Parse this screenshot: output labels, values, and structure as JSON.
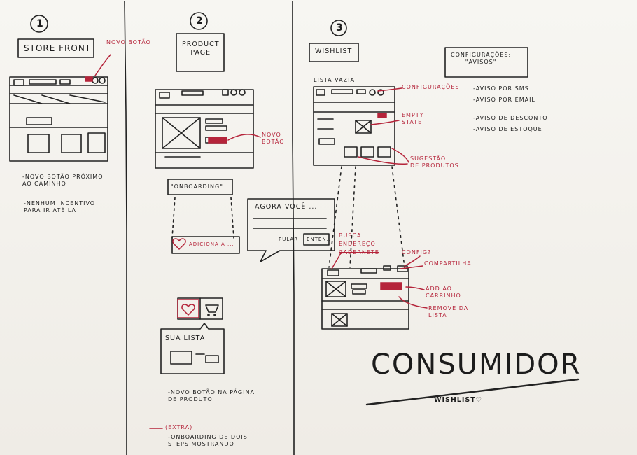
{
  "sections": [
    {
      "number": "1",
      "title": "STORE FRONT"
    },
    {
      "number": "2",
      "title": "PRODUCT\nPAGE"
    },
    {
      "number": "3",
      "title": "WISHLIST"
    }
  ],
  "store_front": {
    "annotation": "NOVO BOTÃO",
    "notes": [
      "-NOVO BOTÃO PRÓXIMO\nAO CAMINHO",
      "-NENHUM INCENTIVO\nPARA IR ATÉ LA"
    ]
  },
  "product_page": {
    "annotation": "NOVO\nBOTÃO",
    "onboarding_label": "\"ONBOARDING\"",
    "popup_title": "AGORA VOCÊ ...",
    "popup_skip": "PULAR",
    "popup_enter": "ENTEN..",
    "toast_label": "ADICIONA À ...",
    "list_card_title": "SUA LISTA..",
    "notes": [
      "-NOVO BOTÃO NA PÁGINA\nDE PRODUTO",
      "(EXTRA)",
      "-ONBOARDING DE DOIS\nSTEPS MOSTRANDO"
    ]
  },
  "wishlist": {
    "empty_label": "LISTA VAZIA",
    "config_callout": "CONFIGURAÇÕES",
    "empty_state": "EMPTY\nSTATE",
    "suggestions": "SUGESTÃO\nDE PRODUTOS",
    "search_label": "BUSCA",
    "search_struck1": "ENDEREÇO",
    "search_struck2": "CADERNETE",
    "config_question": "CONFIG?",
    "share": "COMPARTILHA",
    "add_to_cart": "ADD AO\nCARRINHO",
    "remove": "REMOVE DA\nLISTA"
  },
  "config_box": {
    "title": "CONFIGURAÇÕES:\n\"AVISOS\"",
    "items": [
      "-AVISO POR SMS",
      "-AVISO POR EMAIL",
      "-AVISO DE DESCONTO",
      "-AVISO DE ESTOQUE"
    ]
  },
  "footer": {
    "title": "CONSUMIDOR",
    "subtitle": "WISHLIST♡"
  },
  "colors": {
    "ink": "#1c1c1c",
    "red": "#b5243a",
    "paper": "#f5f4ef"
  }
}
